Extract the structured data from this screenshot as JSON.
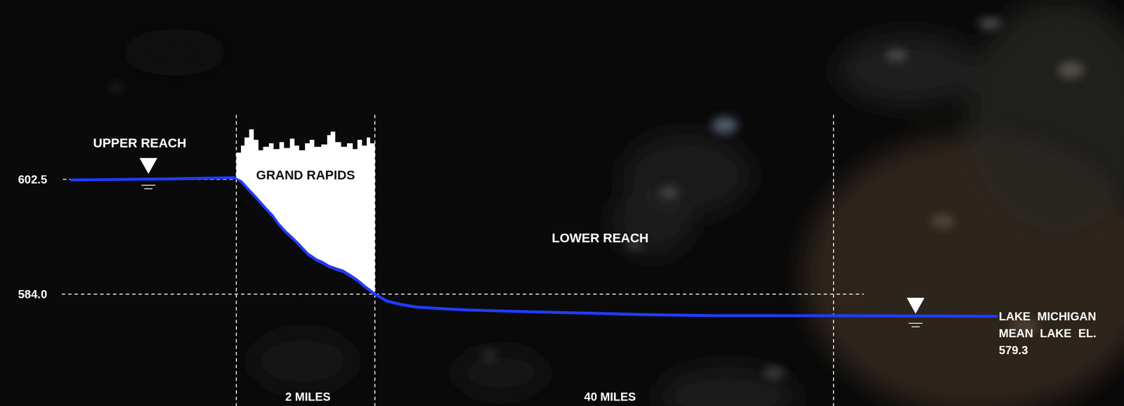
{
  "diagram": {
    "nodes": [
      {
        "text": [
          "GRAND RAPIDS"
        ]
      }
    ],
    "labels": [
      "UPPER REACH",
      "602.5",
      "584.0",
      "LOWER REACH",
      "LAKE MICHIGAN MEAN LAKE EL. 579.3",
      "2 MILES",
      "40 MILES"
    ]
  }
}
